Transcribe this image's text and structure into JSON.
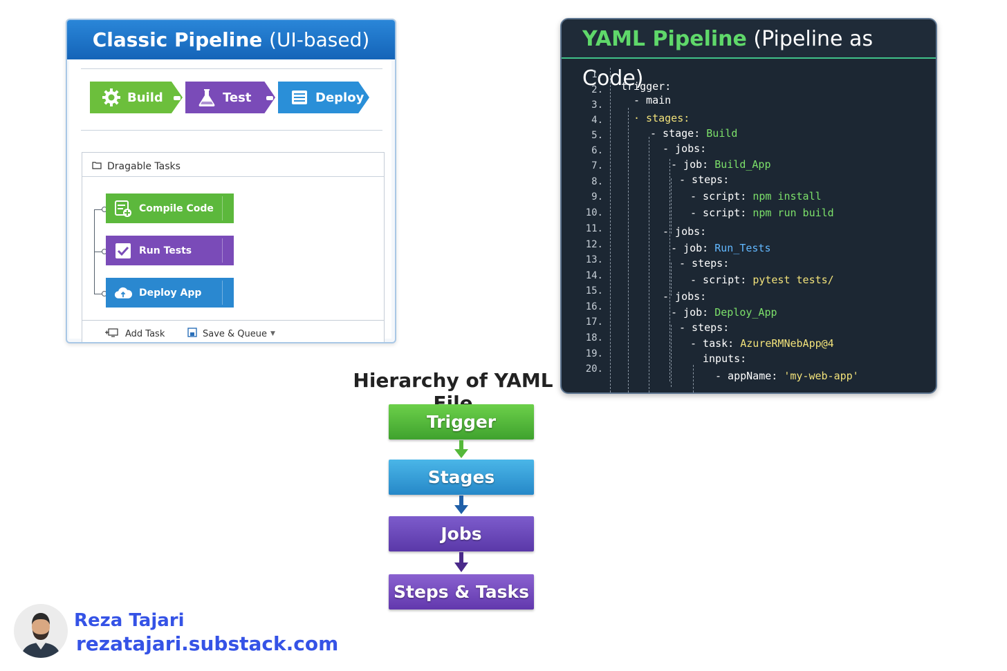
{
  "classic": {
    "title_main": "Classic Pipeline",
    "title_sub": "(UI-based)",
    "stages": [
      {
        "label": "Build",
        "icon": "gear-icon",
        "color": "#6cbf3c"
      },
      {
        "label": "Test",
        "icon": "flask-icon",
        "color": "#7a4bb8"
      },
      {
        "label": "Deploy",
        "icon": "server-icon",
        "color": "#2a8fd8"
      }
    ],
    "tasks_title": "Dragable Tasks",
    "tasks": [
      {
        "label": "Compile Code",
        "icon": "compile-icon",
        "color": "#5cb83c"
      },
      {
        "label": "Run Tests",
        "icon": "checkbox-icon",
        "color": "#7a4bb8"
      },
      {
        "label": "Deploy App",
        "icon": "cloud-icon",
        "color": "#2a88d0"
      }
    ],
    "add_task": "Add Task",
    "save_queue": "Save & Queue"
  },
  "yaml": {
    "title_main": "YAML Pipeline",
    "title_sub": "(Pipeline as Code)",
    "line_numbers": [
      "1.",
      "2.",
      "3.",
      "4.",
      "5.",
      "6.",
      "7.",
      "8.",
      "9.",
      "10.",
      "11.",
      "12.",
      "13.",
      "14.",
      "15.",
      "16.",
      "17.",
      "18.",
      "19.",
      "20."
    ],
    "lines": [
      {
        "k": "trigger:",
        "v": ""
      },
      {
        "k": "- main",
        "v": ""
      },
      {
        "k": "· stages:",
        "v": ""
      },
      {
        "k": "- stage: ",
        "v": "Build"
      },
      {
        "k": "- jobs:",
        "v": ""
      },
      {
        "k": "- job: ",
        "v": "Build_App"
      },
      {
        "k": "- steps:",
        "v": ""
      },
      {
        "k": "- script: ",
        "v": "npm install"
      },
      {
        "k": "- script: ",
        "v": "npm run build"
      },
      {
        "k": "- jobs:",
        "v": ""
      },
      {
        "k": "- job: ",
        "v": "Run_Tests"
      },
      {
        "k": "- steps:",
        "v": ""
      },
      {
        "k": "- script: ",
        "v": "pytest tests/"
      },
      {
        "k": "- jobs:",
        "v": ""
      },
      {
        "k": "- job: ",
        "v": "Deploy_App"
      },
      {
        "k": "- steps:",
        "v": ""
      },
      {
        "k": "- task: ",
        "v": "AzureRMNebApp@4"
      },
      {
        "k": "inputs:",
        "v": ""
      },
      {
        "k": "- appName: ",
        "v": "'my-web-app'"
      }
    ]
  },
  "hierarchy": {
    "title": "Hierarchy of YAML File",
    "levels": [
      {
        "label": "Trigger",
        "color": "#55b83a"
      },
      {
        "label": "Stages",
        "color": "#2f9bd8"
      },
      {
        "label": "Jobs",
        "color": "#6a48b8"
      },
      {
        "label": "Steps & Tasks",
        "color": "#7047b6"
      }
    ]
  },
  "author": {
    "name": "Reza Tajari",
    "url": "rezatajari.substack.com"
  }
}
